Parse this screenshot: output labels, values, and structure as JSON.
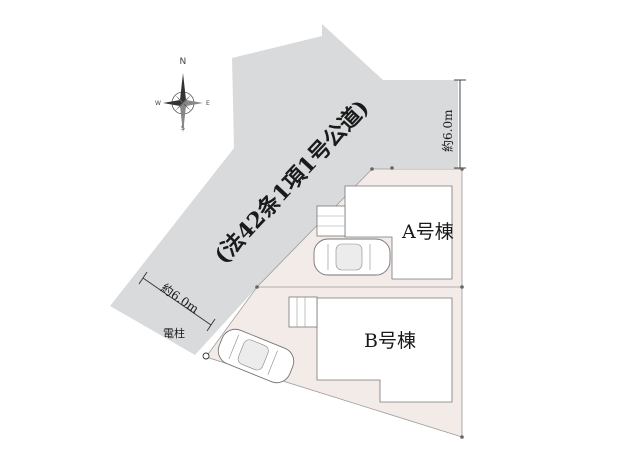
{
  "compass": {
    "north": "N",
    "south": "S",
    "east": "E",
    "west": "W",
    "icon": "compass-rose-icon"
  },
  "road": {
    "label": "(法42条1項1号公道)"
  },
  "road_widths": {
    "north_section": "約6.0m",
    "southwest_section": "約6.0m"
  },
  "lots": {
    "a": "A号棟",
    "b": "B号棟"
  },
  "utility_pole": {
    "label": "電柱"
  },
  "colors": {
    "road": "#d9dadb",
    "lot": "#f3ebe7",
    "building": "#ffffff",
    "outline": "#9a9a9a"
  }
}
